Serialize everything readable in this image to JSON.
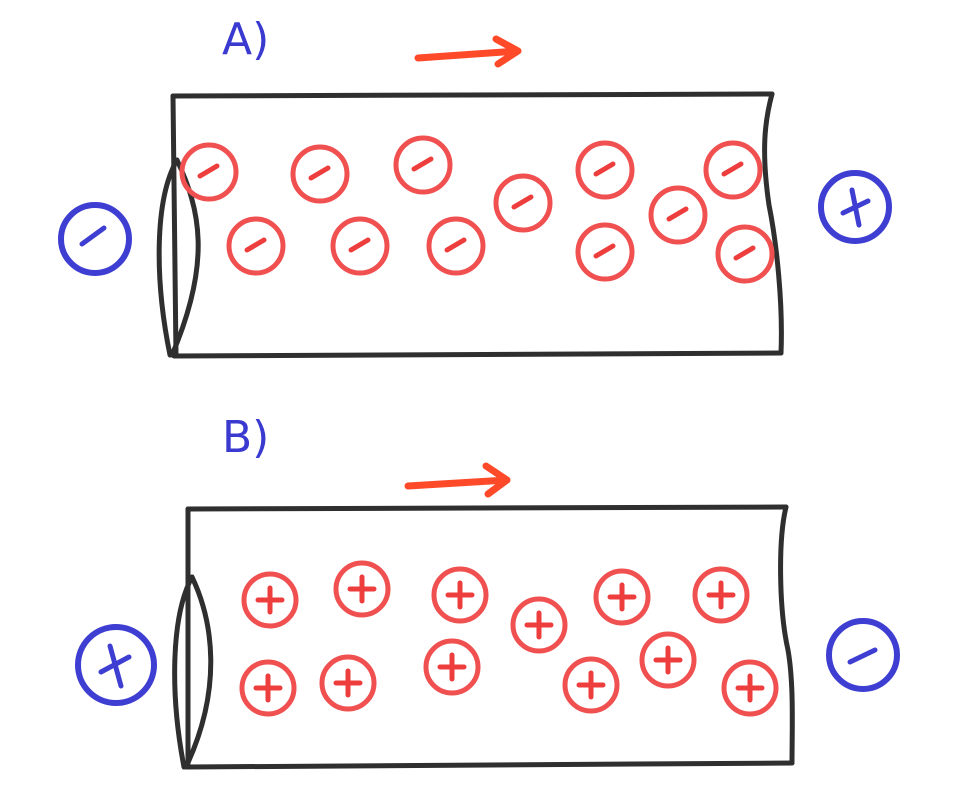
{
  "panels": [
    {
      "label": "A)",
      "left_terminal": "negative",
      "right_terminal": "positive",
      "carrier_charge": "negative",
      "arrow_direction": "right"
    },
    {
      "label": "B)",
      "left_terminal": "positive",
      "right_terminal": "negative",
      "carrier_charge": "positive",
      "arrow_direction": "right"
    }
  ],
  "colors": {
    "label_blue": "#3a3ad0",
    "terminal_blue": "#3e3ed2",
    "particle_red": "#f05050",
    "arrow_red": "#ff4a2a",
    "tube_gray": "#2f2f2f"
  }
}
